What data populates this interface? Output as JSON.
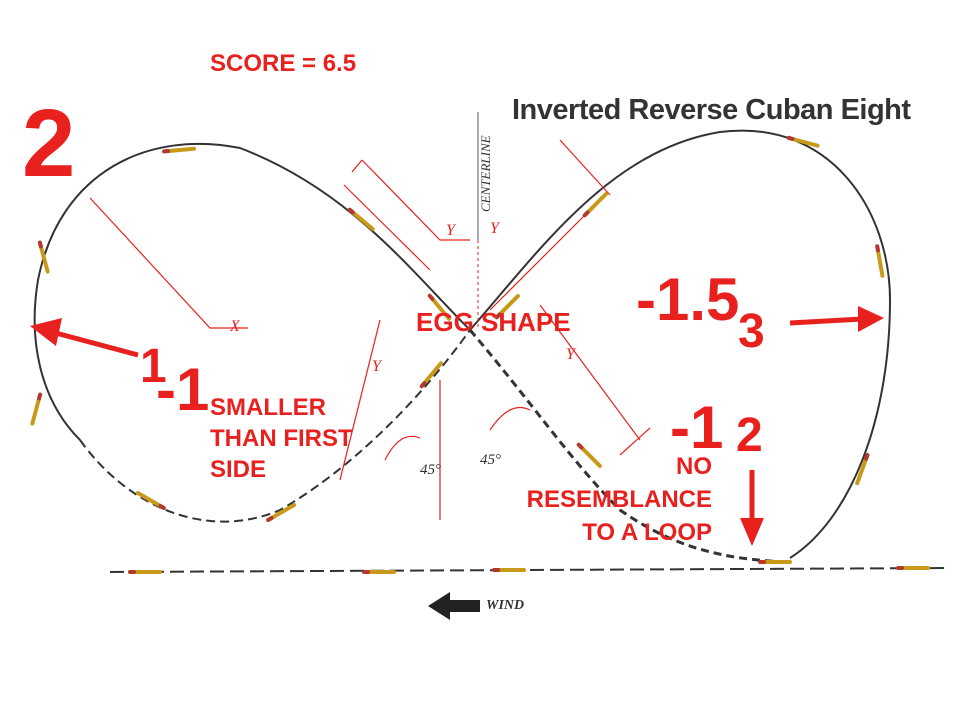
{
  "score": "SCORE = 6.5",
  "title": "Inverted Reverse Cuban Eight",
  "centerline": "CENTERLINE",
  "labels": {
    "big_two": "2",
    "penalty_egg": "-1.5",
    "sub_three": "3",
    "egg_shape": "EGG SHAPE",
    "sub_one": "1",
    "penalty_smaller": "-1",
    "smaller_l1": "SMALLER",
    "smaller_l2": "THAN FIRST",
    "smaller_l3": "SIDE",
    "penalty_loop": "-1",
    "sub_two": "2",
    "noresem_l1": "NO",
    "noresem_l2": "RESEMBLANCE",
    "noresem_l3": "TO A LOOP"
  },
  "dims": {
    "y": "Y",
    "x": "X",
    "angle": "45°"
  },
  "wind": "WIND",
  "colors": {
    "annotation": "#e8211f",
    "path": "#333333",
    "plane_body": "#c79a1a",
    "plane_tip": "#b3392e"
  }
}
